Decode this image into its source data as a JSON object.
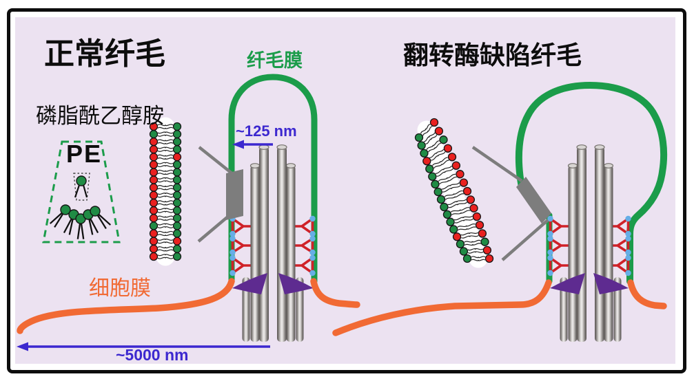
{
  "figure": {
    "background": "#ece2f1",
    "frame_border": "#0d0d0d"
  },
  "panels": {
    "normal": {
      "title": "正常纤毛"
    },
    "deficient": {
      "title": "翻转酶缺陷纤毛"
    }
  },
  "labels": {
    "ciliary_membrane": "纤毛膜",
    "phosphatidylethanolamine": "磷脂酰乙醇胺",
    "pe_abbreviation": "PE",
    "cell_membrane": "细胞膜",
    "cilium_width": "~125 nm",
    "cilium_length": "~5000 nm"
  },
  "colors": {
    "membrane_green": "#1b9c4a",
    "cell_membrane_orange": "#f16a34",
    "lipid_head_red": "#e92120",
    "lipid_head_green": "#208b45",
    "lipid_tail_dark": "#232323",
    "y_link_red": "#cf2128",
    "transition_dot_blue": "#66aee6",
    "transition_fiber_purple": "#5e2b90",
    "measurement_blue": "#3c28cf",
    "microtubule_gray_dark": "#57524f",
    "microtubule_gray_light": "#efedec",
    "magnifier_gray": "#7d7d7d",
    "title_black": "#0d0d0d"
  },
  "bilayers": {
    "normal": {
      "left_column": [
        "R",
        "G",
        "R",
        "R",
        "R",
        "R",
        "R",
        "R",
        "R",
        "R",
        "R",
        "R",
        "R",
        "G",
        "R",
        "R",
        "R",
        "R"
      ],
      "right_column": [
        "G",
        "G",
        "G",
        "G",
        "R",
        "G",
        "G",
        "G",
        "G",
        "G",
        "G",
        "G",
        "G",
        "G",
        "G",
        "R",
        "G",
        "G"
      ]
    },
    "deficient": {
      "left_column": [
        "G",
        "G",
        "G",
        "R",
        "G",
        "G",
        "G",
        "G",
        "G",
        "G",
        "G",
        "G",
        "G",
        "R",
        "G",
        "G",
        "G"
      ],
      "right_column": [
        "R",
        "R",
        "G",
        "R",
        "R",
        "R",
        "R",
        "R",
        "R",
        "R",
        "R",
        "R",
        "R",
        "R",
        "G",
        "R",
        "R"
      ]
    }
  }
}
